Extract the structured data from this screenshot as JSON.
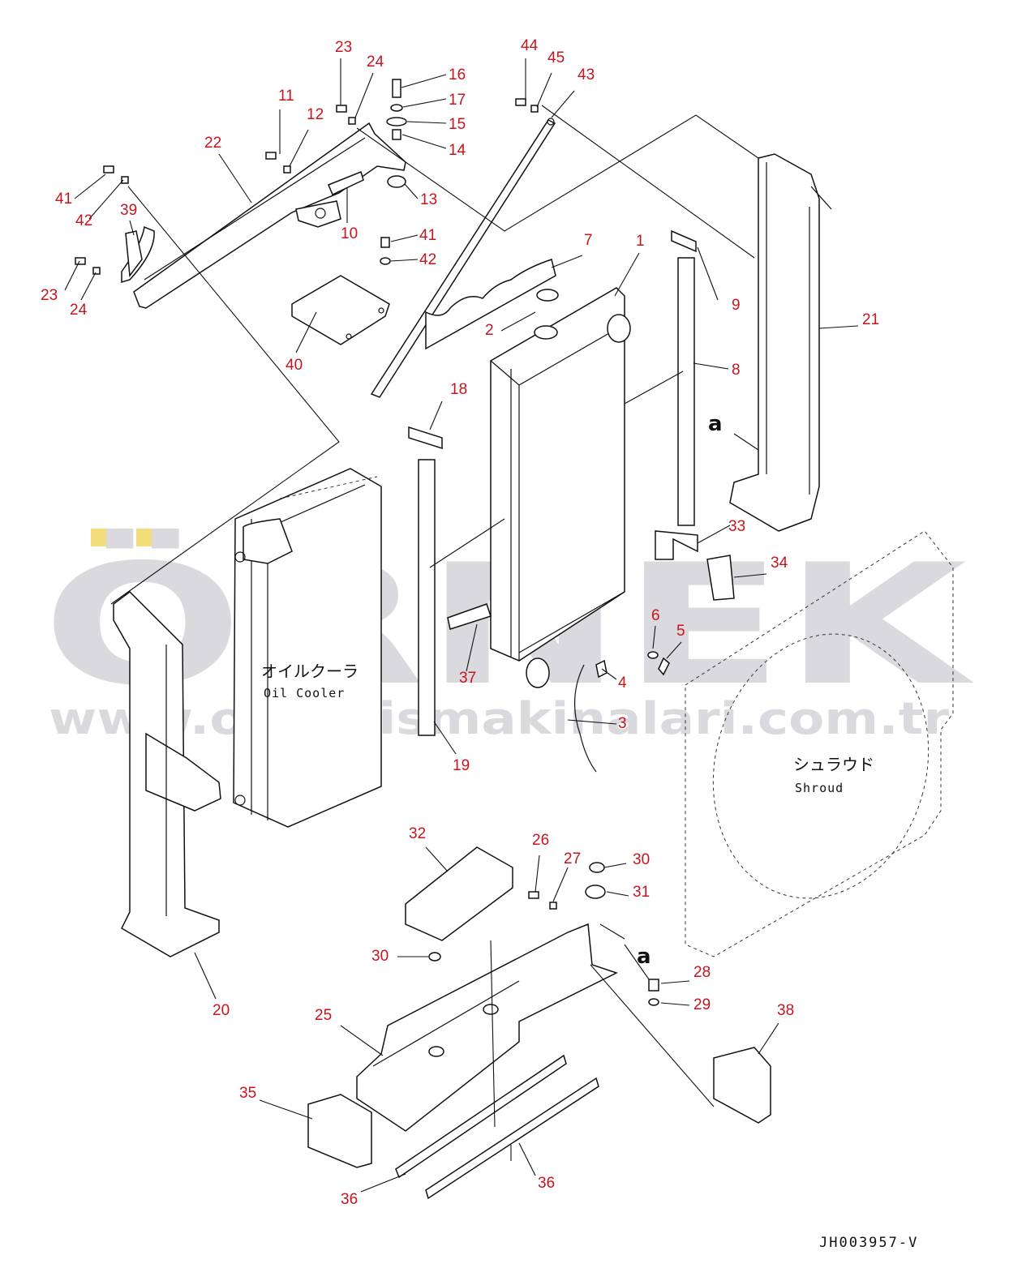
{
  "watermark": {
    "brand": "ÖRNEK",
    "url": "www.ornekismakinalari.com.tr",
    "colors": {
      "brand_text": "#d9d9de",
      "brand_accent": "#f3dc7a"
    }
  },
  "drawing_code": "JH003957-V",
  "labels": {
    "oil_cooler_ja": "オイルクーラ",
    "oil_cooler_en": "Oil Cooler",
    "shroud_ja": "シュラウド",
    "shroud_en": "Shroud",
    "view_a": "a"
  },
  "colors": {
    "callout": "#c8141e",
    "line": "#111111"
  },
  "callouts": [
    {
      "id": "c23a",
      "text": "23"
    },
    {
      "id": "c24a",
      "text": "24"
    },
    {
      "id": "c11",
      "text": "11"
    },
    {
      "id": "c12",
      "text": "12"
    },
    {
      "id": "c16",
      "text": "16"
    },
    {
      "id": "c17",
      "text": "17"
    },
    {
      "id": "c15",
      "text": "15"
    },
    {
      "id": "c14",
      "text": "14"
    },
    {
      "id": "c22",
      "text": "22"
    },
    {
      "id": "c13",
      "text": "13"
    },
    {
      "id": "c41a",
      "text": "41"
    },
    {
      "id": "c42a",
      "text": "42"
    },
    {
      "id": "c39",
      "text": "39"
    },
    {
      "id": "c10",
      "text": "10"
    },
    {
      "id": "c41b",
      "text": "41"
    },
    {
      "id": "c42b",
      "text": "42"
    },
    {
      "id": "c23b",
      "text": "23"
    },
    {
      "id": "c24b",
      "text": "24"
    },
    {
      "id": "c40",
      "text": "40"
    },
    {
      "id": "c44",
      "text": "44"
    },
    {
      "id": "c45",
      "text": "45"
    },
    {
      "id": "c43",
      "text": "43"
    },
    {
      "id": "c7",
      "text": "7"
    },
    {
      "id": "c1",
      "text": "1"
    },
    {
      "id": "c2",
      "text": "2"
    },
    {
      "id": "c9",
      "text": "9"
    },
    {
      "id": "c21",
      "text": "21"
    },
    {
      "id": "c8",
      "text": "8"
    },
    {
      "id": "c18",
      "text": "18"
    },
    {
      "id": "c33",
      "text": "33"
    },
    {
      "id": "c34",
      "text": "34"
    },
    {
      "id": "c6",
      "text": "6"
    },
    {
      "id": "c5",
      "text": "5"
    },
    {
      "id": "c37",
      "text": "37"
    },
    {
      "id": "c4",
      "text": "4"
    },
    {
      "id": "c3",
      "text": "3"
    },
    {
      "id": "c19",
      "text": "19"
    },
    {
      "id": "c32",
      "text": "32"
    },
    {
      "id": "c26",
      "text": "26"
    },
    {
      "id": "c27",
      "text": "27"
    },
    {
      "id": "c30a",
      "text": "30"
    },
    {
      "id": "c31",
      "text": "31"
    },
    {
      "id": "c30b",
      "text": "30"
    },
    {
      "id": "c28",
      "text": "28"
    },
    {
      "id": "c29",
      "text": "29"
    },
    {
      "id": "c25",
      "text": "25"
    },
    {
      "id": "c20",
      "text": "20"
    },
    {
      "id": "c38",
      "text": "38"
    },
    {
      "id": "c35",
      "text": "35"
    },
    {
      "id": "c36a",
      "text": "36"
    },
    {
      "id": "c36b",
      "text": "36"
    }
  ]
}
